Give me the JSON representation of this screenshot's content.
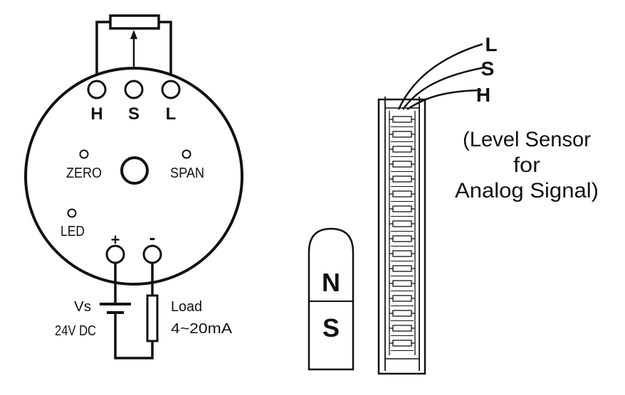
{
  "transmitter": {
    "terminals_top": [
      "H",
      "S",
      "L"
    ],
    "zero_label": "ZERO",
    "span_label": "SPAN",
    "led_label": "LED",
    "plus_label": "+",
    "minus_label": "-"
  },
  "supply": {
    "vs_label": "Vs",
    "voltage": "24V DC",
    "load_label": "Load",
    "load_range": "4~20mA"
  },
  "sensor": {
    "wire_L": "L",
    "wire_S": "S",
    "wire_H": "H",
    "caption_line1": "(Level Sensor",
    "caption_line2": "for",
    "caption_line3": "Analog Signal)"
  },
  "magnet": {
    "north": "N",
    "south": "S"
  }
}
